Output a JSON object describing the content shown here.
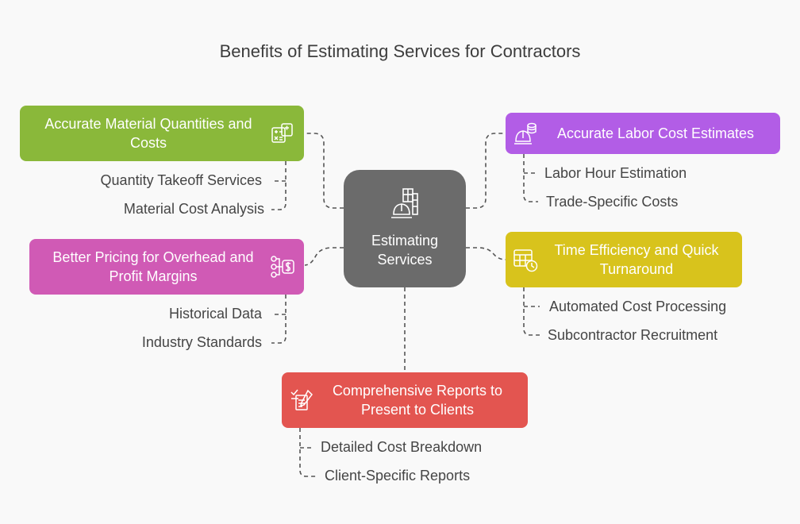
{
  "title": "Benefits of Estimating Services for Contractors",
  "center": {
    "label": "Estimating Services",
    "icon": "construction-worker-icon"
  },
  "branches": [
    {
      "id": "material",
      "label": "Accurate Material Quantities and Costs",
      "color": "#8ab83a",
      "icon": "calculator-icon",
      "items": [
        "Quantity Takeoff Services",
        "Material Cost Analysis"
      ]
    },
    {
      "id": "labor",
      "label": "Accurate Labor Cost Estimates",
      "color": "#b25de6",
      "icon": "hardhat-coins-icon",
      "items": [
        "Labor Hour Estimation",
        "Trade-Specific Costs"
      ]
    },
    {
      "id": "pricing",
      "label": "Better Pricing for Overhead and Profit Margins",
      "color": "#d05ab5",
      "icon": "dollar-flow-icon",
      "items": [
        "Historical Data",
        "Industry Standards"
      ]
    },
    {
      "id": "time",
      "label": "Time Efficiency and Quick Turnaround",
      "color": "#d8c31c",
      "icon": "calendar-clock-icon",
      "items": [
        "Automated Cost Processing",
        "Subcontractor Recruitment"
      ]
    },
    {
      "id": "reports",
      "label": "Comprehensive Reports to Present to Clients",
      "color": "#e35550",
      "icon": "report-check-icon",
      "items": [
        "Detailed Cost Breakdown",
        "Client-Specific Reports"
      ]
    }
  ]
}
